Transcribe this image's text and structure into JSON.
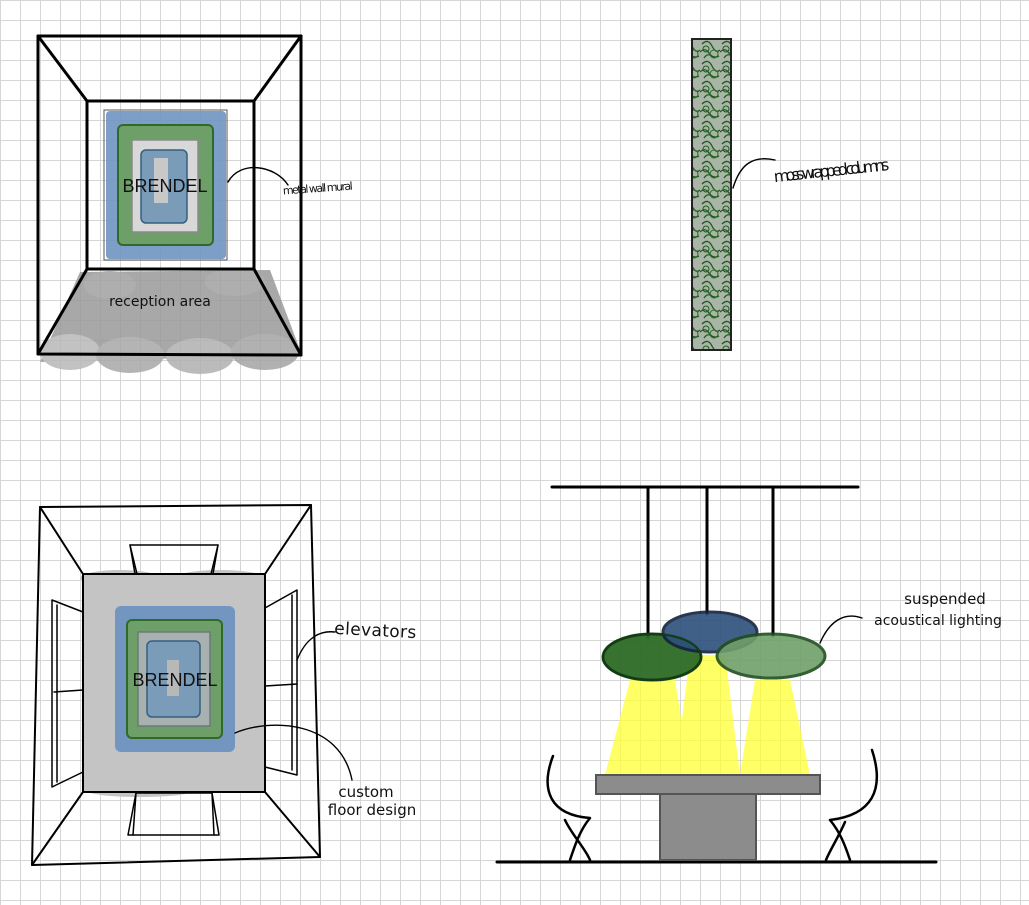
{
  "colors": {
    "mural_blue": "#6f93c0",
    "mural_green": "#6f9f69",
    "dark_green": "#2e6b27",
    "navy": "#2d4f7c",
    "gray": "#8c8c8c",
    "light_gray": "#c6c6c6",
    "yellow": "#ffff33"
  },
  "reception": {
    "brand": "BRENDEL",
    "wall_label": "metal wall mural",
    "floor_label": "reception area"
  },
  "column": {
    "label": "moss wrapped columns"
  },
  "lobby": {
    "brand": "BRENDEL",
    "elevators_label": "elevators",
    "floor_label": "custom floor design"
  },
  "lighting": {
    "label": "suspended acoustical lighting"
  }
}
